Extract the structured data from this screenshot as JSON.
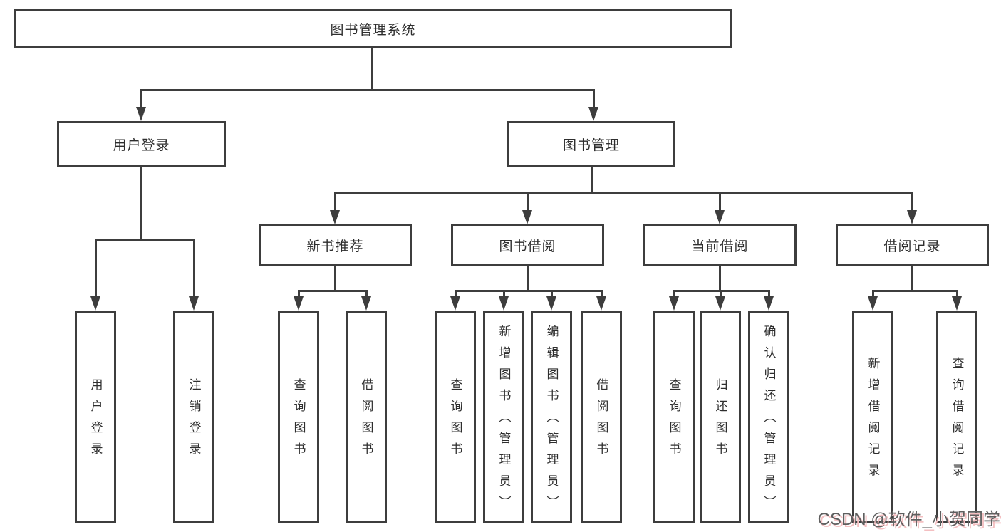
{
  "colors": {
    "line": "#3d3d3d",
    "box_border": "#3d3d3d",
    "text": "#2e2e2e",
    "background": "#ffffff",
    "watermark_text": "#5f5f5f",
    "watermark_shadow": "#f4bfc1"
  },
  "tree": {
    "label": "图书管理系统",
    "children": [
      {
        "label": "用户登录",
        "children": [
          {
            "label": "用户登录"
          },
          {
            "label": "注销登录"
          }
        ]
      },
      {
        "label": "图书管理",
        "children": [
          {
            "label": "新书推荐",
            "children": [
              {
                "label": "查询图书"
              },
              {
                "label": "借阅图书"
              }
            ]
          },
          {
            "label": "图书借阅",
            "children": [
              {
                "label": "查询图书"
              },
              {
                "label": "新增图书（管理员）"
              },
              {
                "label": "编辑图书（管理员）"
              },
              {
                "label": "借阅图书"
              }
            ]
          },
          {
            "label": "当前借阅",
            "children": [
              {
                "label": "查询图书"
              },
              {
                "label": "归还图书"
              },
              {
                "label": "确认归还（管理员）"
              }
            ]
          },
          {
            "label": "借阅记录",
            "children": [
              {
                "label": "新增借阅记录"
              },
              {
                "label": "查询借阅记录"
              }
            ]
          }
        ]
      }
    ]
  },
  "watermark": {
    "text": "CSDN @软件_小贺同学"
  }
}
